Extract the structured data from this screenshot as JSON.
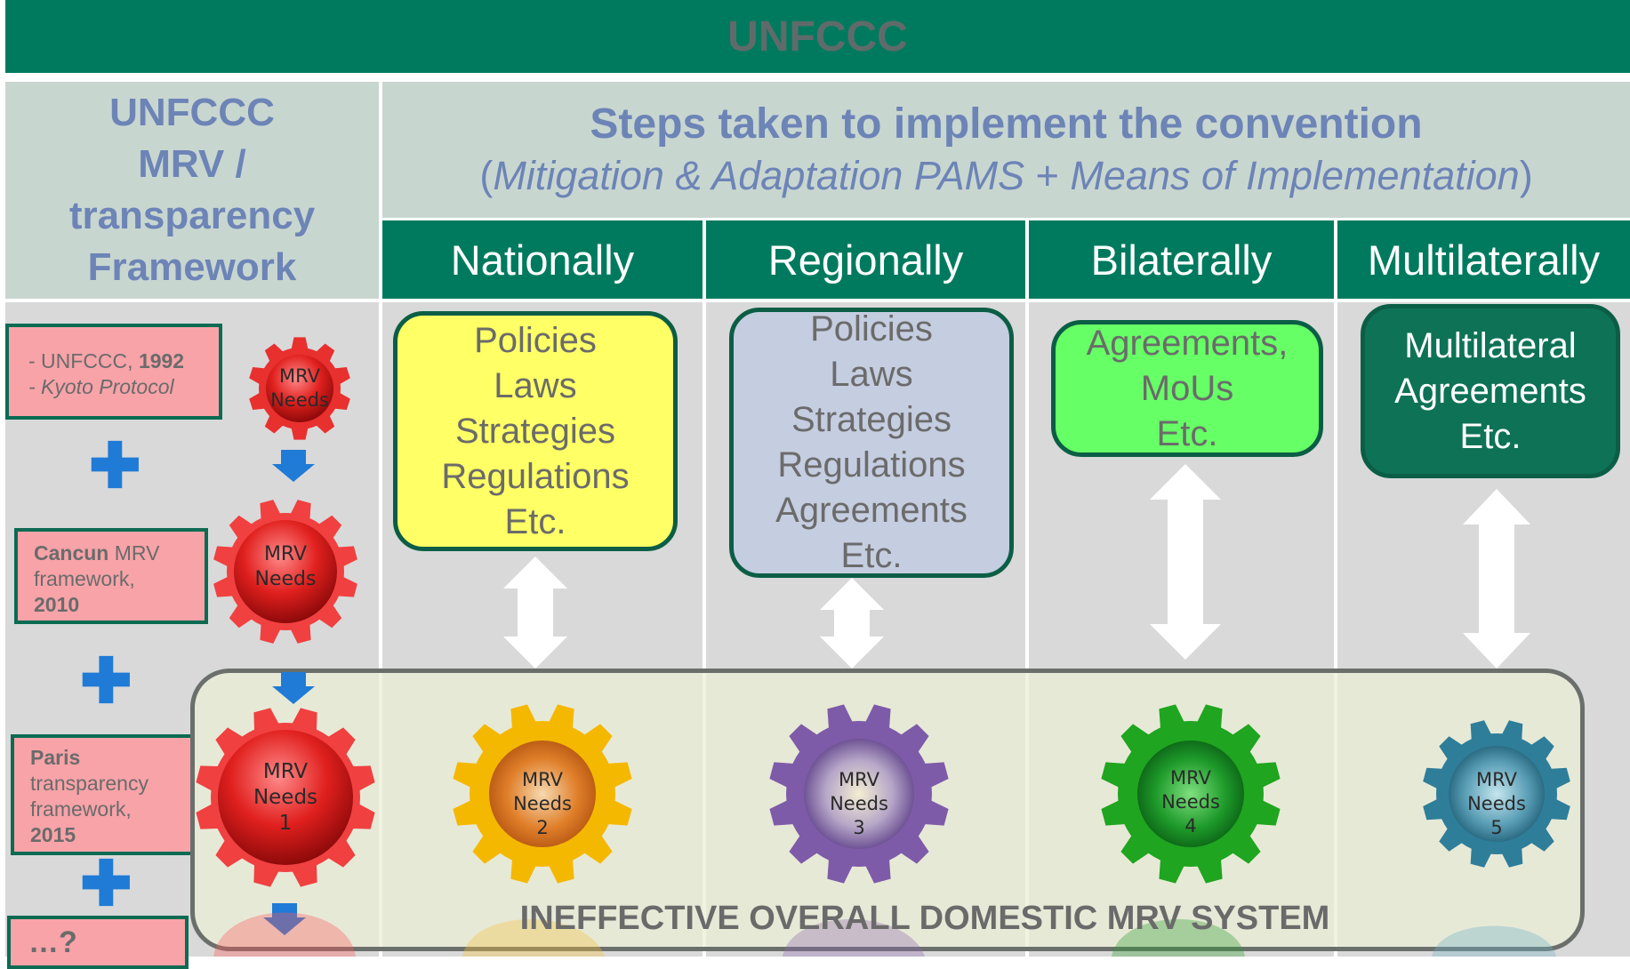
{
  "top_bar": {
    "title": "UNFCCC"
  },
  "left_header": {
    "lines": [
      "UNFCCC",
      "MRV /",
      "transparency",
      "Framework"
    ]
  },
  "steps_header": {
    "title": "Steps taken to implement the convention",
    "subtitle_open": "(",
    "subtitle_text": "Mitigation & Adaptation PAMS",
    "subtitle_plus": " + ",
    "subtitle_text2": "Means of Implementation",
    "subtitle_close": ")"
  },
  "columns": [
    {
      "label": "Nationally"
    },
    {
      "label": "Regionally"
    },
    {
      "label": "Bilaterally"
    },
    {
      "label": "Multilaterally"
    }
  ],
  "frameworks": [
    {
      "line1_prefix": "- UNFCCC, ",
      "line1_bold": "1992",
      "line2": "- Kyoto Protocol"
    },
    {
      "bold": "Cancun",
      "rest": " MRV",
      "line2": "framework,",
      "year": "2010"
    },
    {
      "bold": "Paris",
      "line2": "transparency",
      "line3": "framework,",
      "year": "2015"
    },
    {
      "text": "…?"
    }
  ],
  "plus_sign": "✚",
  "categories": {
    "national": [
      "Policies",
      "Laws",
      "Strategies",
      "Regulations",
      "Etc."
    ],
    "regional": [
      "Policies",
      "Laws",
      "Strategies",
      "Regulations",
      "Agreements",
      "Etc."
    ],
    "bilateral": [
      "Agreements,",
      "MoUs",
      "Etc."
    ],
    "multilateral": [
      "Multilateral",
      "Agreements",
      "Etc."
    ]
  },
  "gears_left": [
    {
      "line1": "MRV",
      "line2": "Needs"
    },
    {
      "line1": "MRV",
      "line2": "Needs"
    },
    {
      "line1": "MRV",
      "line2": "Needs",
      "line3": "1"
    }
  ],
  "gears": [
    {
      "line1": "MRV",
      "line2": "Needs",
      "line3": "2"
    },
    {
      "line1": "MRV",
      "line2": "Needs",
      "line3": "3"
    },
    {
      "line1": "MRV",
      "line2": "Needs",
      "line3": "4"
    },
    {
      "line1": "MRV",
      "line2": "Needs",
      "line3": "5"
    }
  ],
  "system_label": "INEFFECTIVE OVERALL DOMESTIC MRV SYSTEM",
  "colors": {
    "brand_green": "#007A5E",
    "header_bg": "#C8D6D0",
    "header_text": "#6C84B6",
    "framework_box": "#F7A3A8",
    "plus": "#1F7BD6",
    "national_box": "#FFFF66",
    "regional_box": "#C5CDE0",
    "bilateral_box": "#66FF66",
    "multilateral_box": "#0E7256"
  }
}
